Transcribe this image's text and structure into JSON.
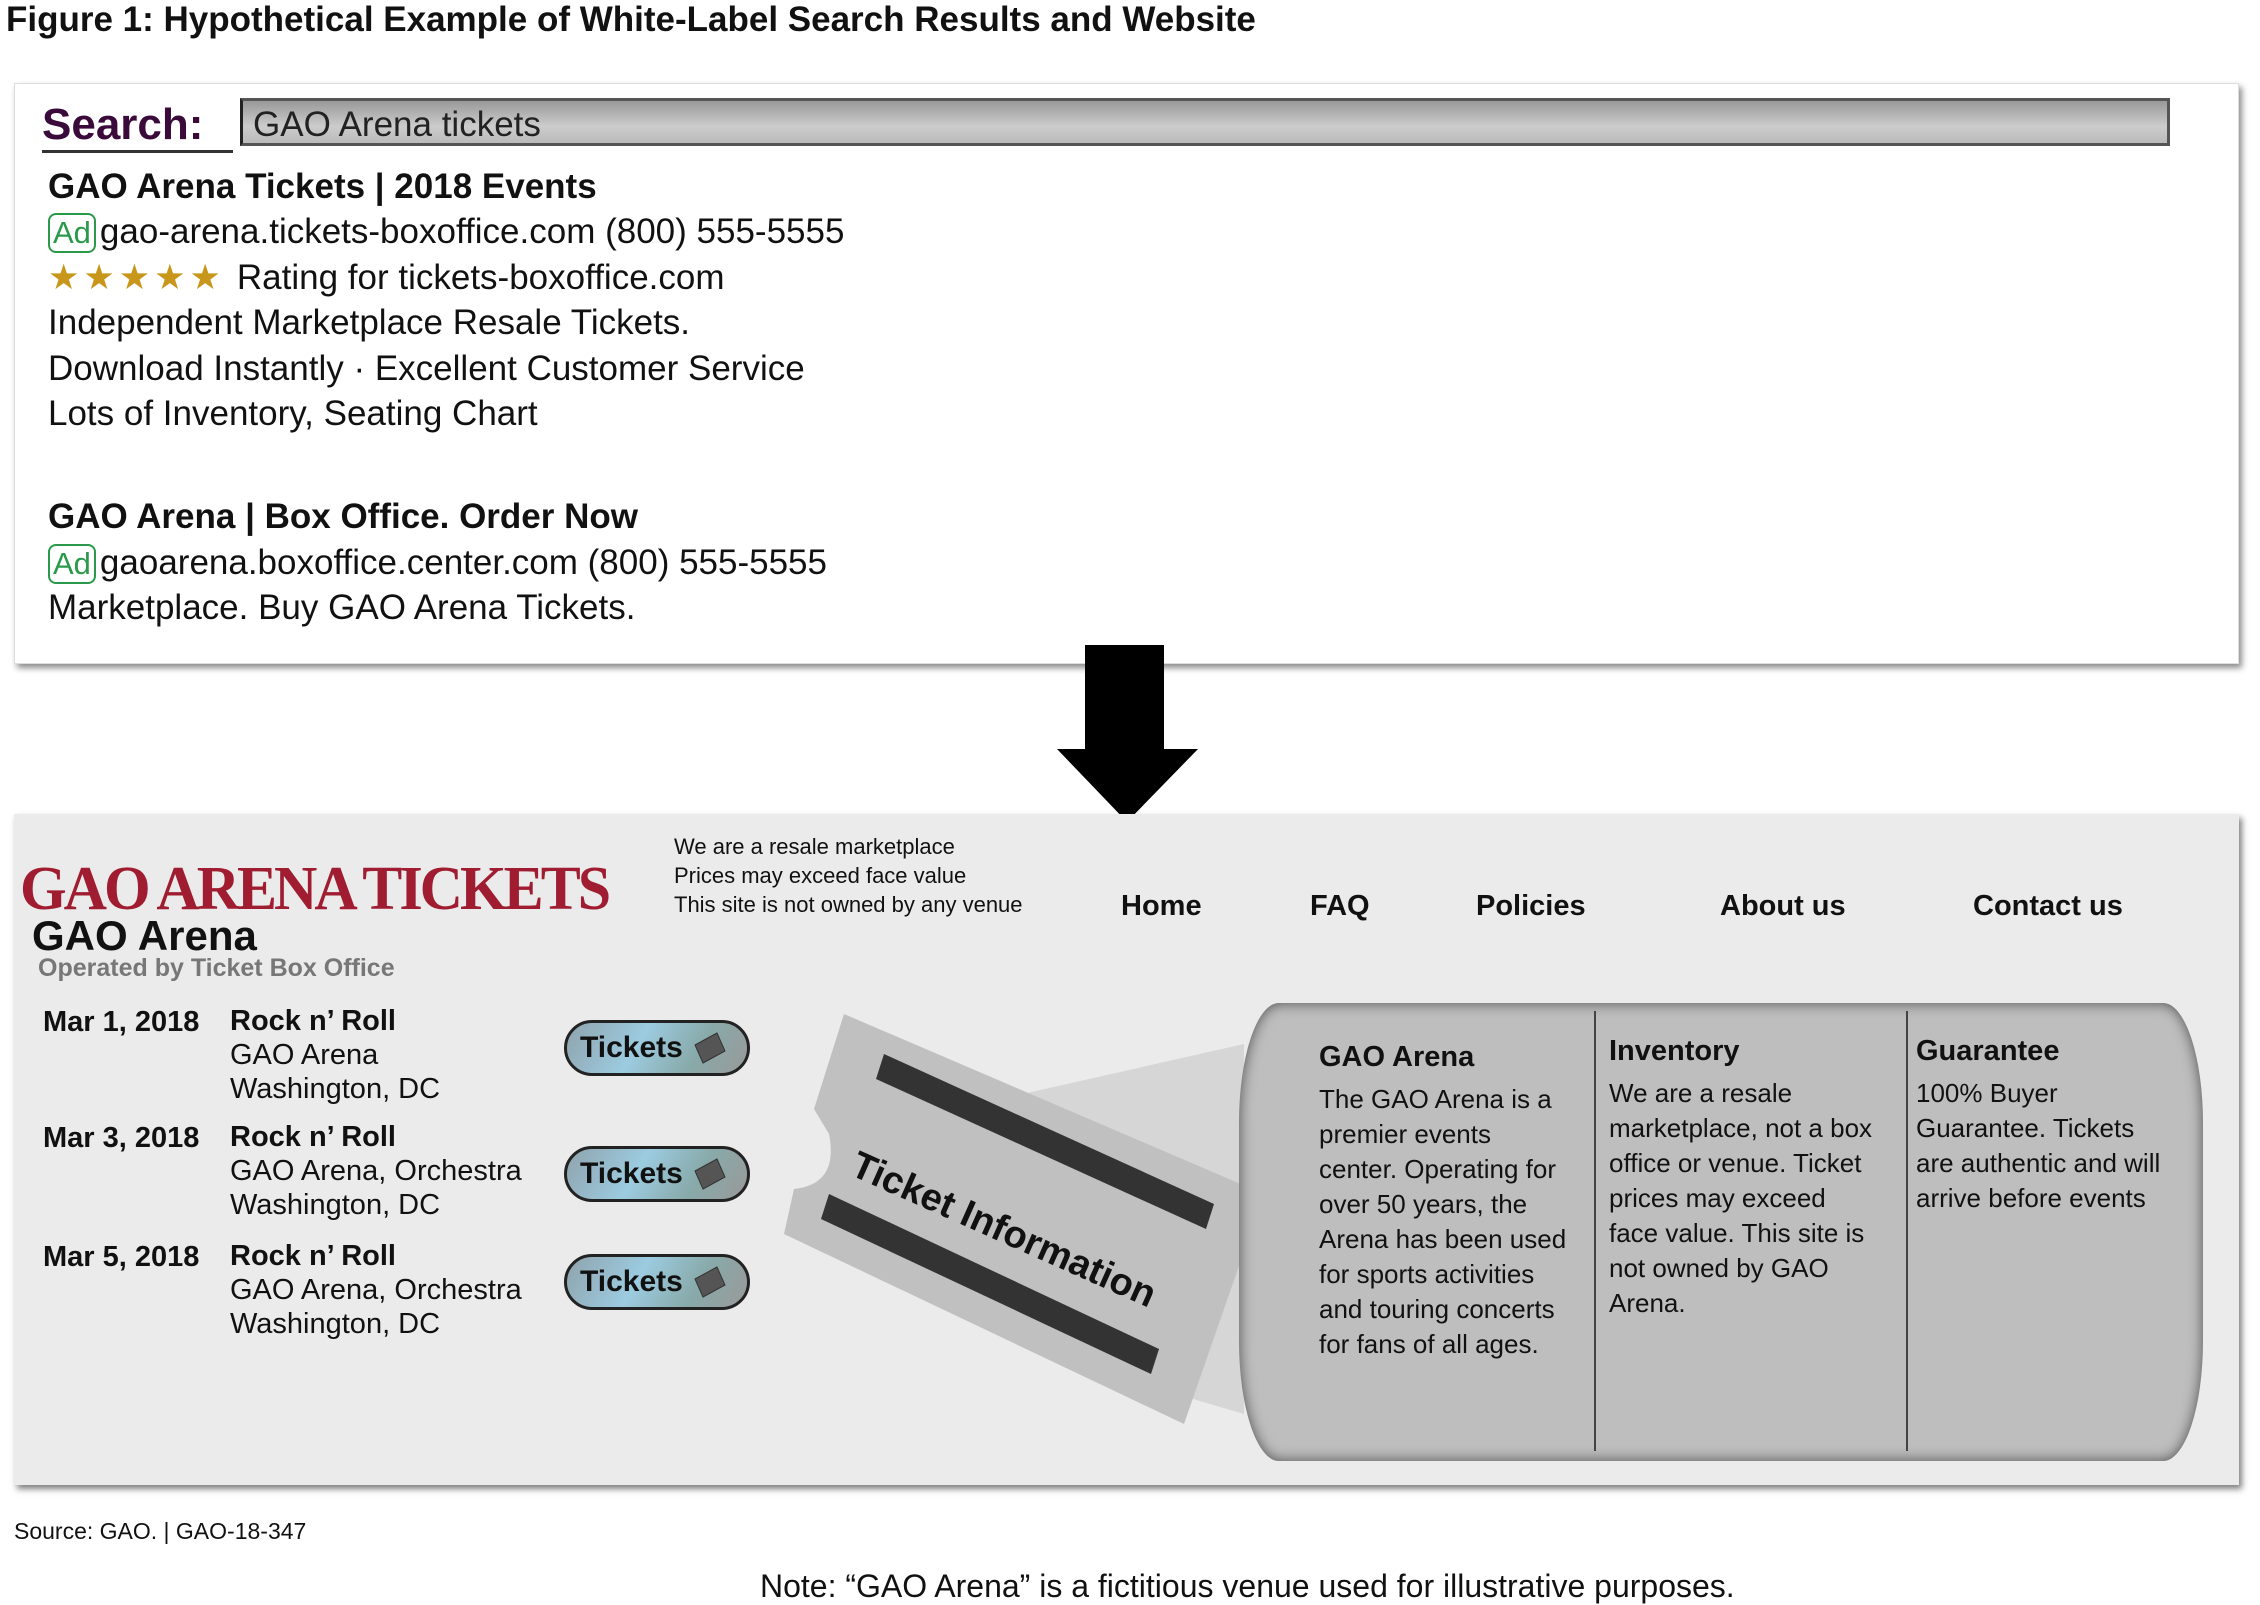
{
  "figure_title": "Figure 1: Hypothetical Example of White-Label Search Results and Website",
  "search": {
    "label": "Search:",
    "query": "GAO Arena tickets"
  },
  "results": [
    {
      "title": "GAO Arena Tickets | 2018 Events",
      "ad_badge": "Ad",
      "url": "gao-arena.tickets-boxoffice.com (800) 555-5555",
      "stars": "★★★★★",
      "rating_text": "Rating for tickets-boxoffice.com",
      "lines": [
        "Independent Marketplace Resale Tickets.",
        "Download Instantly · Excellent Customer Service",
        "Lots of Inventory, Seating Chart"
      ]
    },
    {
      "title": "GAO Arena | Box Office. Order Now",
      "ad_badge": "Ad",
      "url": "gaoarena.boxoffice.center.com (800) 555-5555",
      "lines": [
        "Marketplace. Buy GAO Arena Tickets."
      ]
    }
  ],
  "site": {
    "logo": "GAO ARENA TICKETS",
    "venue": "GAO Arena",
    "operated_by": "Operated by Ticket Box Office",
    "notices": [
      "We are a resale marketplace",
      "Prices may exceed face value",
      "This site is not owned by any venue"
    ],
    "nav": [
      "Home",
      "FAQ",
      "Policies",
      "About us",
      "Contact us"
    ],
    "events": [
      {
        "date": "Mar 1, 2018",
        "name": "Rock n’ Roll",
        "venue": "GAO Arena",
        "city": "Washington, DC",
        "button": "Tickets"
      },
      {
        "date": "Mar 3, 2018",
        "name": "Rock n’ Roll",
        "venue": "GAO Arena, Orchestra",
        "city": "Washington, DC",
        "button": "Tickets"
      },
      {
        "date": "Mar 5, 2018",
        "name": "Rock n’ Roll",
        "venue": "GAO Arena, Orchestra",
        "city": "Washington, DC",
        "button": "Tickets"
      }
    ],
    "ticket_label": "Ticket Information",
    "info": [
      {
        "heading": "GAO Arena",
        "body": "The GAO Arena is a premier events center. Operating for over 50 years, the Arena has been used for sports activities and touring concerts for fans of all ages."
      },
      {
        "heading": "Inventory",
        "body": "We are a resale marketplace, not a box office or venue. Ticket prices may exceed face value. This site is not owned by GAO Arena."
      },
      {
        "heading": "Guarantee",
        "body": "100% Buyer Guarantee. Tickets are authentic and will arrive before events"
      }
    ]
  },
  "source": "Source: GAO.  |  GAO-18-347",
  "note": "Note: “GAO Arena” is a fictitious venue used for illustrative purposes.",
  "colors": {
    "logo": "#a01c30",
    "search_label": "#3a0a3a",
    "ad": "#2a9a4a",
    "stars": "#c8961a"
  }
}
